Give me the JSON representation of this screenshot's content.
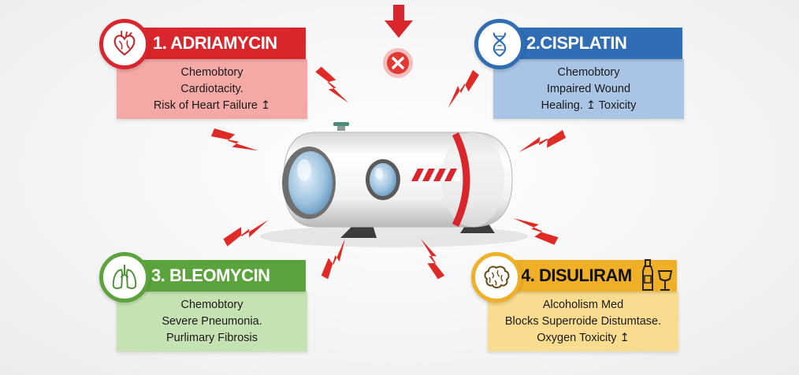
{
  "colors": {
    "red": "#d9262c",
    "red_light": "#f4a9a6",
    "blue": "#2f6db5",
    "blue_light": "#a9c4e4",
    "green": "#5ba33c",
    "green_light": "#c6e2b2",
    "gold": "#efb028",
    "gold_light": "#f9dc8f",
    "bolt": "#e02a26"
  },
  "cards": [
    {
      "title": "1. ADRIAMYCIN",
      "icon": "heart-icon",
      "lines": [
        "Chemobtory",
        "Cardiotacity.",
        "Risk of Heart Failure ↥"
      ]
    },
    {
      "title": "2.CISPLATIN",
      "icon": "dna-icon",
      "lines": [
        "Chemobtory",
        "Impaired Wound",
        "Healing. ↥ Toxicity"
      ]
    },
    {
      "title": "3. BLEOMYCIN",
      "icon": "lungs-icon",
      "lines": [
        "Chemobtory",
        "Severe Pneumonia.",
        "Purlimary Fibrosis"
      ]
    },
    {
      "title": "4. DISULIRAM",
      "icon": "brain-icon",
      "lines": [
        "Alcoholism Med",
        "Blocks Superroide Distumtase.",
        "Oxygen Toxicity ↥"
      ]
    }
  ],
  "top_markers": {
    "arrow": "down-arrow-icon",
    "cross": "cross-icon"
  },
  "center_object": "hyperbaric-chamber-icon"
}
